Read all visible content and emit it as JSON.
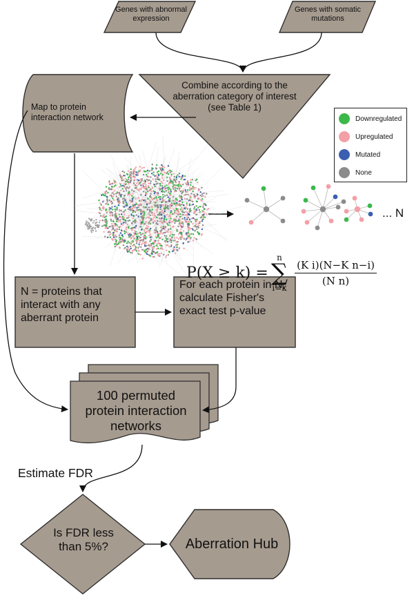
{
  "nodes": {
    "genes_abnormal": "Genes with abnormal expression",
    "genes_somatic": "Genes with somatic mutations",
    "combine": "Combine according to the aberration category of interest (see Table 1)",
    "map_network": "Map to protein interaction network",
    "n_proteins": "N = proteins that interact with any aberrant protein",
    "fisher": "For each protein in N, calculate Fisher's exact test p-value",
    "permuted": "100 permuted protein interaction networks",
    "estimate_fdr": "Estimate FDR",
    "decision": "Is FDR less than 5%?",
    "hub": "Aberration Hub"
  },
  "subnetworks_ellipsis": "... N",
  "formula": {
    "lhs": "P(X ≥ k) =",
    "sum_top": "n",
    "sum_bottom": "i=k",
    "numerator": "(K i)(N−K n−i)",
    "denominator": "(N n)"
  },
  "legend": [
    {
      "label": "Downregulated",
      "color": "#3cb84b"
    },
    {
      "label": "Upregulated",
      "color": "#f2a0a6"
    },
    {
      "label": "Mutated",
      "color": "#3a5fb0"
    },
    {
      "label": "None",
      "color": "#8c8c8c"
    }
  ],
  "colors": {
    "shape_fill": "#a69b8f",
    "shape_stroke": "#2e2e2e",
    "edge": "#b5b5b5",
    "arrow": "#111111"
  }
}
